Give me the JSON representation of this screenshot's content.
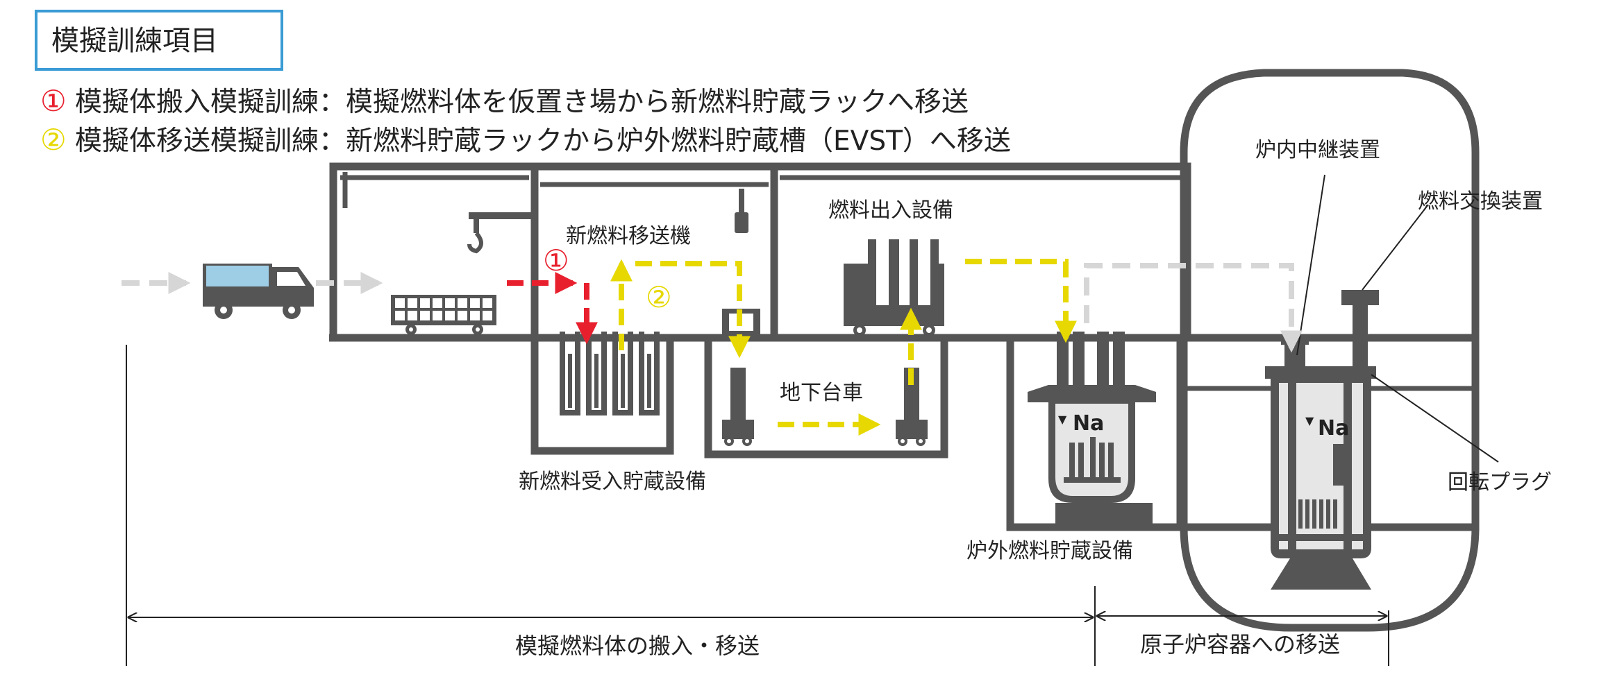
{
  "title": "模擬訓練項目",
  "items": [
    {
      "number": "①",
      "text": "模擬体搬入模擬訓練：模擬燃料体を仮置き場から新燃料貯蔵ラックへ移送",
      "color": "#e8202e"
    },
    {
      "number": "②",
      "text": "模擬体移送模擬訓練：新燃料貯蔵ラックから炉外燃料貯蔵槽（EVST）へ移送",
      "color": "#e6d800"
    }
  ],
  "labels": {
    "new_fuel_transfer": "新燃料移送機",
    "fuel_in_out": "燃料出入設備",
    "in_vessel_relay": "炉内中継装置",
    "fuel_exchange": "燃料交換装置",
    "underground_cart": "地下台車",
    "new_fuel_storage": "新燃料受入貯蔵設備",
    "ex_vessel_storage": "炉外燃料貯蔵設備",
    "rotating_plug": "回転プラグ",
    "na_evst": "Na",
    "na_reactor": "Na"
  },
  "markers": {
    "route1": "①",
    "route2": "②"
  },
  "spans": {
    "carry_in_transfer": "模擬燃料体の搬入・移送",
    "to_reactor": "原子炉容器への移送"
  },
  "colors": {
    "route1": "#e8202e",
    "route2": "#e6d800",
    "gray_route": "#d6d6d6",
    "structure": "#555555",
    "title_border": "#3a9bd5"
  }
}
